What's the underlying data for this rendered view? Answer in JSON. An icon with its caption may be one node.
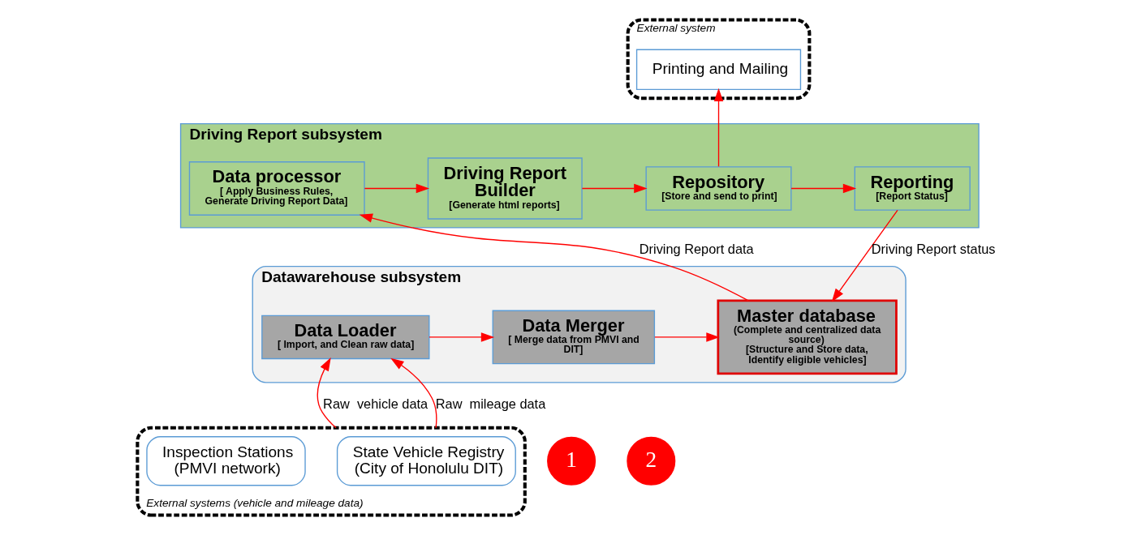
{
  "diagram": {
    "nodes": [
      {
        "text": [
          "External systems (vehicle and mileage data)"
        ]
      },
      {
        "text": [
          "State Vehicle Registry (City of Honolulu DIT)"
        ],
        "in": 0
      },
      {
        "text": [
          "Inspection Stations (PMVI network)"
        ],
        "in": 0
      },
      {
        "text": [
          "Datawarehouse subsystem"
        ]
      },
      {
        "text": [
          "Data Loader",
          "[ Import, and Clean raw data]"
        ],
        "in": 3
      },
      {
        "text": [
          "Data Merger",
          "[ Merge data from PMVI and DIT]"
        ],
        "in": 3
      },
      {
        "text": [
          "Master database",
          "(Complete and centralized data source)",
          "[Structure and Store data, Identify eligible vehicles]"
        ],
        "in": 3
      },
      {
        "text": [
          "Driving Report subsystem"
        ]
      },
      {
        "text": [
          "Data processor",
          "[ Apply Business Rules, Generate Driving Report Data]"
        ],
        "in": 7
      },
      {
        "text": [
          "Driving Report Builder",
          "[Generate html reports]"
        ],
        "in": 7
      },
      {
        "text": [
          "Repository",
          "[Store and send to print]"
        ],
        "in": 7
      },
      {
        "text": [
          "Reporting",
          "[Report Status]"
        ],
        "in": 7
      },
      {
        "text": [
          "External system"
        ]
      },
      {
        "text": [
          "Printing and Mailing"
        ],
        "in": 12
      },
      {
        "text": [
          "1"
        ]
      },
      {
        "text": [
          "2"
        ]
      }
    ],
    "edges": [
      {
        "from": 0,
        "to": 4,
        "arrow": "to",
        "label": "Raw  vehicle data"
      },
      {
        "from": 0,
        "to": 4,
        "arrow": "to",
        "label": "Raw  mileage data"
      },
      {
        "from": 4,
        "to": 5,
        "arrow": "to"
      },
      {
        "from": 5,
        "to": 6,
        "arrow": "to"
      },
      {
        "from": 6,
        "to": 8,
        "arrow": "to",
        "label": "Driving Report data"
      },
      {
        "from": 8,
        "to": 9,
        "arrow": "to"
      },
      {
        "from": 9,
        "to": 10,
        "arrow": "to"
      },
      {
        "from": 10,
        "to": 11,
        "arrow": "to"
      },
      {
        "from": 10,
        "to": 13,
        "arrow": "to"
      },
      {
        "from": 11,
        "to": 6,
        "arrow": "to",
        "label": "Driving Report status"
      }
    ]
  }
}
